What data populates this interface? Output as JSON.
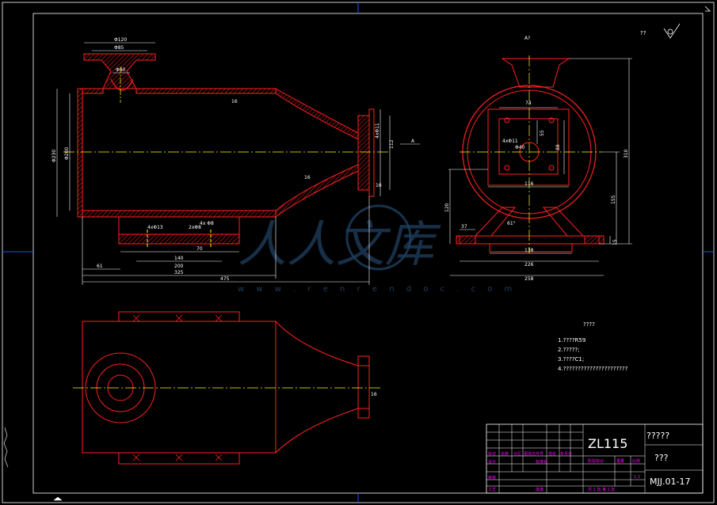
{
  "drawing": {
    "palette": {
      "background": "#000000",
      "outline": "#ff2020",
      "dimension": "#ffffff",
      "centerline": "#ffff00",
      "frame": "#2050ff",
      "titleblock": "#ff00ff"
    },
    "roughness_note": "??",
    "roughness_symbol": "roughness-icon",
    "section_label": "A?",
    "view_arrow_label": "A",
    "main_view": {
      "top_flange_outer": "Φ120",
      "top_flange_inner": "Φ85",
      "top_neck": "Φ40",
      "outer_dia": "Φ230",
      "inner_dia": "Φ200",
      "outlet_d1": "4xΦ11",
      "outlet_d2": "112",
      "outlet_d3": "16",
      "weld_1": "16",
      "weld_2": "16",
      "base_hole": "4xΦ13",
      "base_slot": "2xΦ8",
      "base_slot2": "4x Φ8",
      "base_len": "140",
      "base_len2": "200",
      "base_len3": "70",
      "dim_61": "61",
      "dim_325": "325",
      "dim_475": "475"
    },
    "side_view": {
      "dim_74": "74",
      "dim_55": "55",
      "dim_88": "88",
      "dim_116": "116",
      "dim_hole": "4xΦ11",
      "dim_r": "Φ40",
      "dim_310": "310",
      "dim_155": "155",
      "dim_120": "120",
      "dim_37": "37",
      "dim_61deg": "61°",
      "dim_15": "15",
      "dim_138": "138",
      "dim_226": "226",
      "dim_258": "258"
    },
    "plan_view": {
      "dim_16": "16"
    },
    "notes": {
      "title": "????",
      "line1": "1.????R59",
      "line2": "2.?????;",
      "line3": "3.????C1;",
      "line4": "4.??????????????????????"
    },
    "title_block": {
      "drawing_name": "ZL115",
      "company": "?????",
      "material": "???",
      "drawing_number": "MJJ.01-17",
      "labels": {
        "c1": "标记",
        "c2": "处数",
        "c3": "分区",
        "c4": "更改文件号",
        "c5": "签名",
        "c6": "年月日",
        "design": "设计",
        "std": "标准化",
        "review": "审核",
        "process": "工艺",
        "approve": "批准",
        "stage": "阶段标记",
        "weight": "重量",
        "scale": "比例",
        "scale_val": "1:2",
        "sheets": "共 1 张  第 1 张"
      }
    },
    "watermark": {
      "text": "人人文库",
      "url": "w w w . r e n r e n d o c . c o m"
    }
  }
}
